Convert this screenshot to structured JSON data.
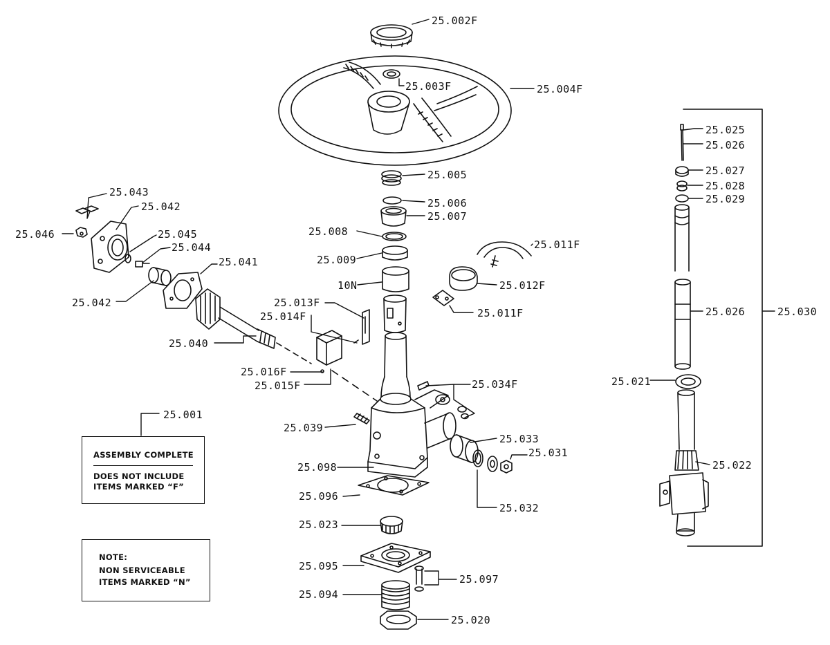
{
  "labels": {
    "p25_002F": "25.002F",
    "p25_003F": "25.003F",
    "p25_004F": "25.004F",
    "p25_005": "25.005",
    "p25_006": "25.006",
    "p25_007": "25.007",
    "p25_008": "25.008",
    "p25_009": "25.009",
    "p10N": "10N",
    "p25_011F_a": "25.011F",
    "p25_012F": "25.012F",
    "p25_011F_b": "25.011F",
    "p25_013F": "25.013F",
    "p25_014F": "25.014F",
    "p25_016F": "25.016F",
    "p25_015F": "25.015F",
    "p25_034F": "25.034F",
    "p25_039": "25.039",
    "p25_033": "25.033",
    "p25_031": "25.031",
    "p25_098": "25.098",
    "p25_096": "25.096",
    "p25_032": "25.032",
    "p25_023": "25.023",
    "p25_095": "25.095",
    "p25_097": "25.097",
    "p25_094": "25.094",
    "p25_020": "25.020",
    "p25_043": "25.043",
    "p25_042_a": "25.042",
    "p25_045": "25.045",
    "p25_046": "25.046",
    "p25_044": "25.044",
    "p25_041": "25.041",
    "p25_042_b": "25.042",
    "p25_040": "25.040",
    "p25_001": "25.001",
    "p25_025": "25.025",
    "p25_026_a": "25.026",
    "p25_027": "25.027",
    "p25_028": "25.028",
    "p25_029": "25.029",
    "p25_026_b": "25.026",
    "p25_030": "25.030",
    "p25_021": "25.021",
    "p25_022": "25.022"
  },
  "notes": {
    "assembly_title": "ASSEMBLY COMPLETE",
    "assembly_line1": "DOES NOT INCLUDE",
    "assembly_line2": "ITEMS MARKED “F”",
    "note_title": "NOTE:",
    "note_line1": "NON SERVICEABLE",
    "note_line2": "ITEMS MARKED “N”"
  }
}
